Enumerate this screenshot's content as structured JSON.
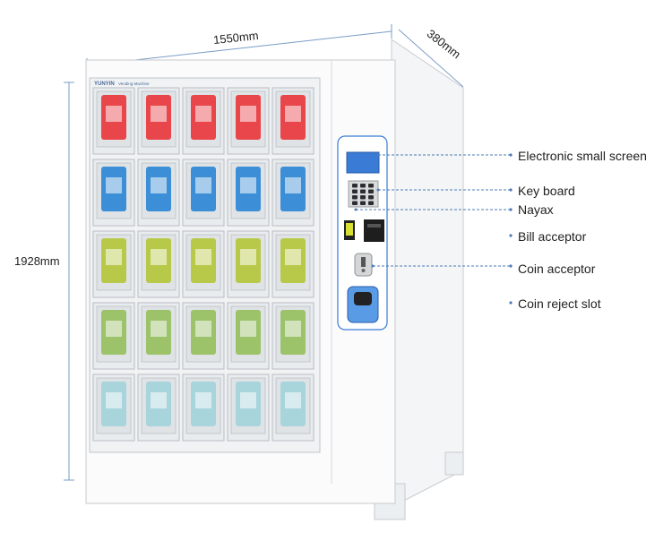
{
  "dimensions": {
    "width": "1550mm",
    "depth": "380mm",
    "height": "1928mm"
  },
  "machine": {
    "brand": "YUNYIN",
    "brand_sub": "Vending Machine",
    "rows": 5,
    "columns": 5,
    "product_rows": [
      {
        "product": "red snack pack",
        "color": "#e8464a"
      },
      {
        "product": "blue snack pack",
        "color": "#3c8fd6"
      },
      {
        "product": "green tea pack",
        "color": "#b8c94a"
      },
      {
        "product": "green/yellow pack",
        "color": "#9cc26a"
      },
      {
        "product": "light blue pack",
        "color": "#a8d4dc"
      }
    ]
  },
  "callouts": [
    {
      "label": "Electronic small screen"
    },
    {
      "label": "Key board"
    },
    {
      "label": "Nayax"
    },
    {
      "label": "Bill acceptor"
    },
    {
      "label": "Coin acceptor"
    },
    {
      "label": "Coin reject slot"
    }
  ],
  "colors": {
    "callout_line": "#4a7bb7",
    "screen": "#3a7bd5",
    "panel_border": "#3a7bd5"
  }
}
